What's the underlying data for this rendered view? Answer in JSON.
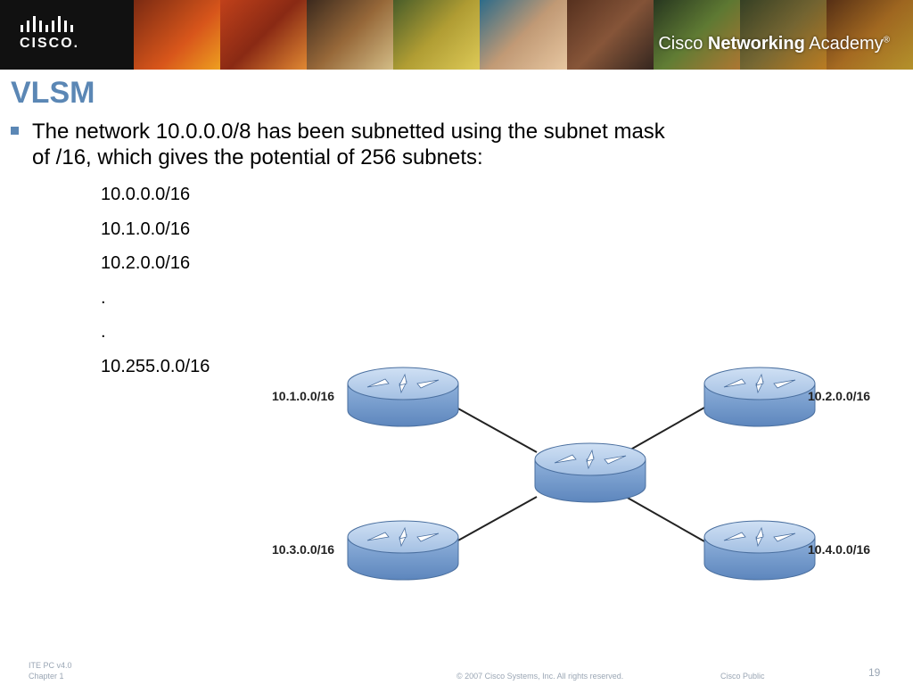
{
  "header": {
    "logo_text": "CISCO.",
    "academy_prefix": "Cisco ",
    "academy_brand": "Networking",
    "academy_suffix": " Academy",
    "academy_mark": "®"
  },
  "slide": {
    "title": "VLSM",
    "bullet_line1": "The network 10.0.0.0/8 has been subnetted using the subnet mask",
    "bullet_line2": "of /16, which gives the potential of 256 subnets:",
    "subnets": [
      "10.0.0.0/16",
      "10.1.0.0/16",
      "10.2.0.0/16",
      ".",
      ".",
      "10.255.0.0/16"
    ]
  },
  "diagram": {
    "routers": [
      {
        "label": "10.1.0.0/16"
      },
      {
        "label": "10.2.0.0/16"
      },
      {
        "label": "10.3.0.0/16"
      },
      {
        "label": "10.4.0.0/16"
      }
    ]
  },
  "footer": {
    "course": "ITE PC v4.0",
    "chapter": "Chapter 1",
    "copyright": "© 2007 Cisco Systems, Inc. All rights reserved.",
    "classification": "Cisco Public",
    "page_number": "19"
  },
  "colors": {
    "title": "#5b87b5",
    "router_top": "#a9c4e6",
    "router_body": "#7fa3d1",
    "banner": "#1b1b1b"
  }
}
